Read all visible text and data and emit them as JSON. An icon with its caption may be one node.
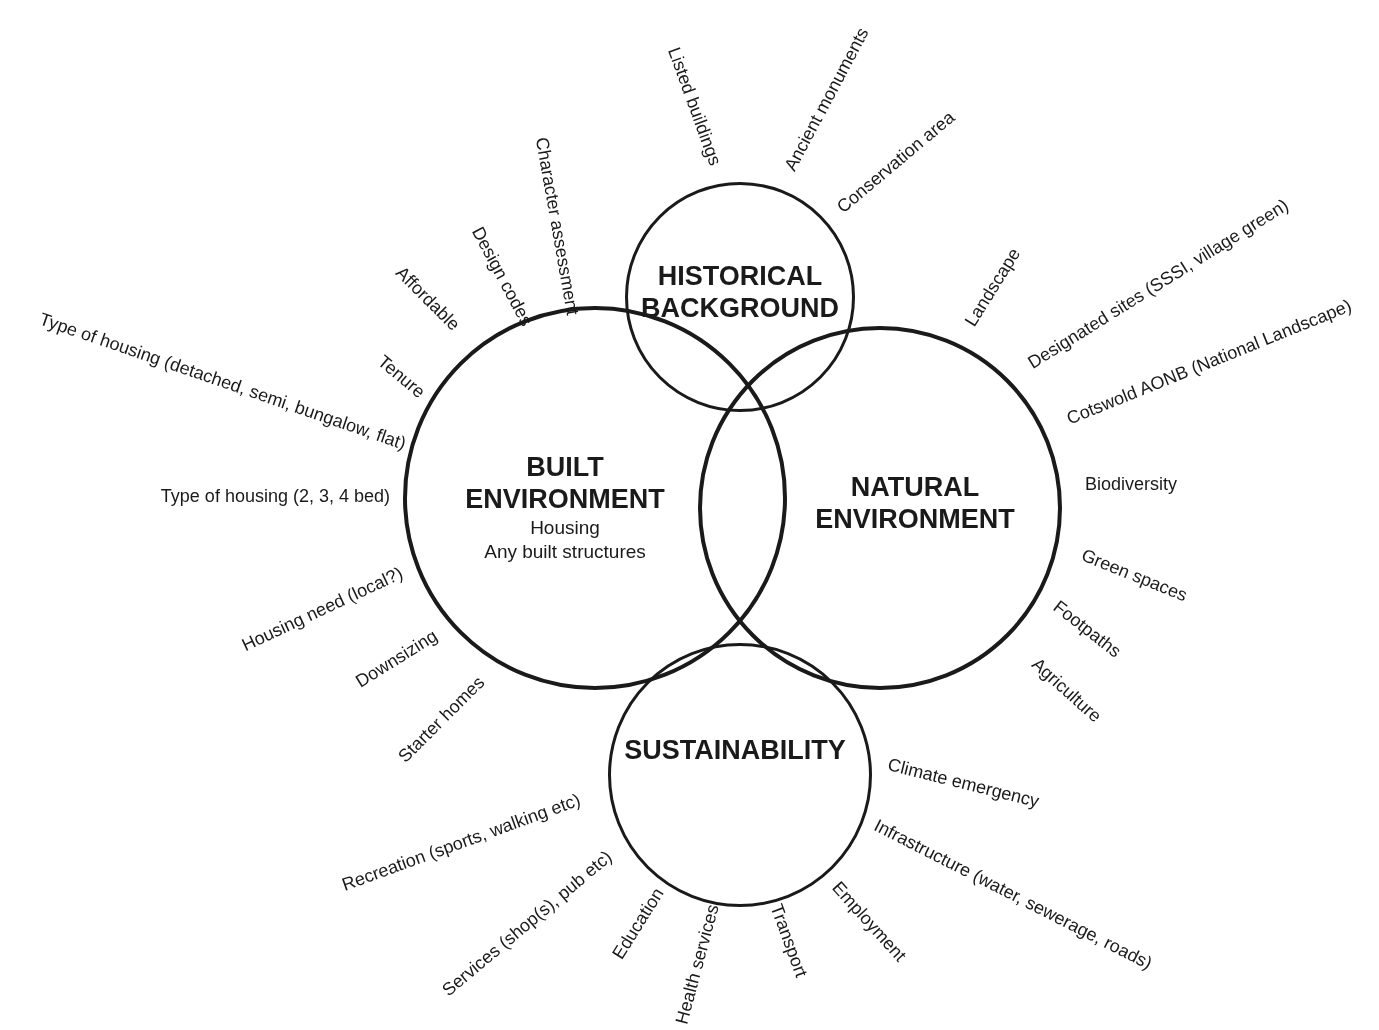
{
  "diagram": {
    "nodes": [
      {
        "text": [
          "HISTORICAL BACKGROUND"
        ],
        "beside": [
          "Listed buildings",
          "Ancient monuments",
          "Conservation area"
        ]
      },
      {
        "text": [
          "BUILT ENVIRONMENT",
          "Housing",
          "Any built structures"
        ],
        "beside": [
          "Character assessment",
          "Design codes",
          "Affordable",
          "Tenure",
          "Type of housing (detached, semi, bungalow, flat)",
          "Type of housing (2, 3, 4 bed)",
          "Housing need (local?)",
          "Downsizing",
          "Starter homes"
        ]
      },
      {
        "text": [
          "NATURAL ENVIRONMENT"
        ],
        "beside": [
          "Landscape",
          "Designated sites (SSSI, village green)",
          "Cotswold AONB (National Landscape)",
          "Biodiversity",
          "Green spaces",
          "Footpaths",
          "Agriculture"
        ]
      },
      {
        "text": [
          "SUSTAINABILITY"
        ],
        "beside": [
          "Climate emergency",
          "Infrastructure (water, sewerage, roads)",
          "Employment",
          "Transport",
          "Health services",
          "Education",
          "Services (shop(s), pub etc)",
          "Recreation (sports, walking etc)"
        ]
      }
    ]
  }
}
